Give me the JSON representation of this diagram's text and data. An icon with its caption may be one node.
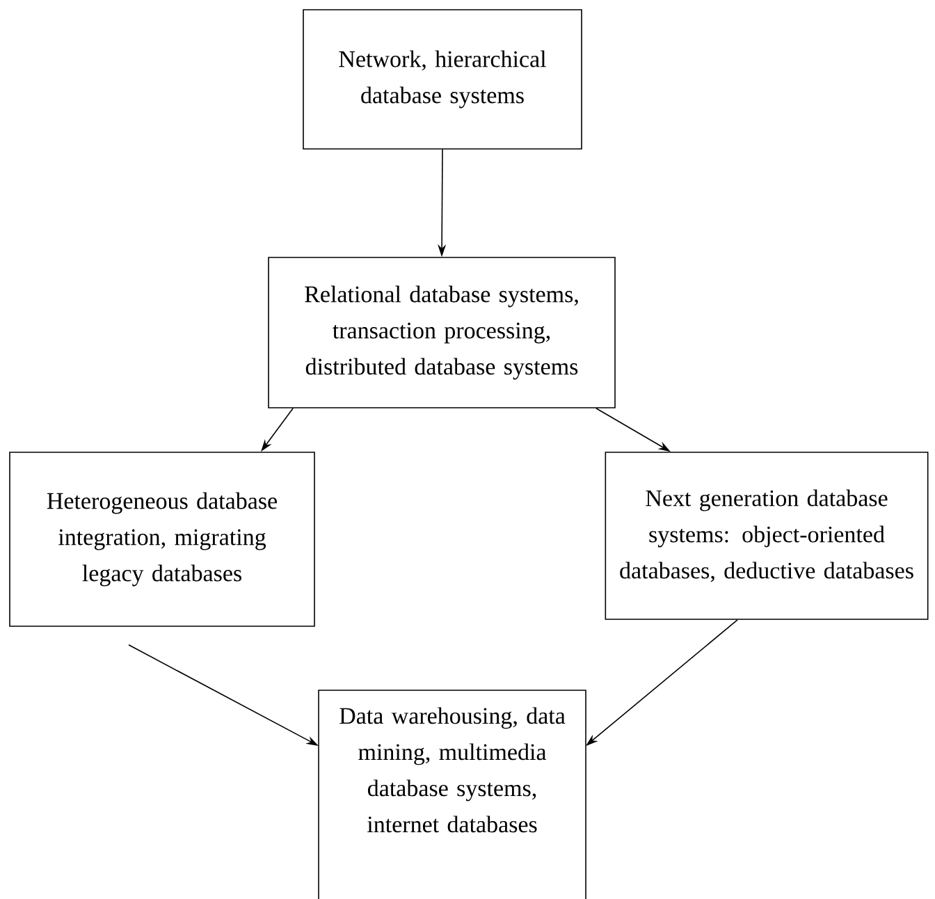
{
  "diagram": {
    "nodes": [
      {
        "text": [
          "Network, hierarchical database systems"
        ]
      },
      {
        "text": [
          "Relational database systems, transaction processing, distributed database systems"
        ]
      },
      {
        "text": [
          "Heterogeneous database integration, migrating legacy databases"
        ]
      },
      {
        "text": [
          "Next generation database systems: object-oriented databases, deductive databases"
        ]
      },
      {
        "text": [
          "Data warehousing, data mining, multimedia database systems, internet databases"
        ]
      }
    ],
    "edges": [
      {
        "from": 0,
        "to": 1,
        "arrow": "to"
      },
      {
        "from": 1,
        "to": 2,
        "arrow": "to"
      },
      {
        "from": 1,
        "to": 3,
        "arrow": "to"
      },
      {
        "from": 2,
        "to": 4,
        "arrow": "to"
      },
      {
        "from": 3,
        "to": 4,
        "arrow": "to"
      }
    ]
  }
}
